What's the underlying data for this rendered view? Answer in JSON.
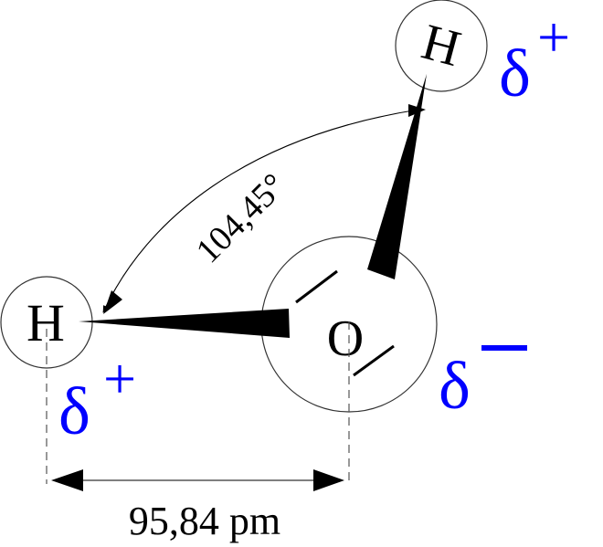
{
  "diagram": {
    "type": "molecule-structure",
    "colors": {
      "lines": "#000000",
      "charge": "#0000ff",
      "outline": "#333333",
      "dash": "#555555"
    },
    "atoms": [
      {
        "id": "h_top",
        "label": "H",
        "charge_symbol": "δ",
        "charge_sign": "+"
      },
      {
        "id": "h_left",
        "label": "H",
        "charge_symbol": "δ",
        "charge_sign": "+"
      },
      {
        "id": "o_center",
        "label": "O",
        "charge_symbol": "δ",
        "charge_sign": "−"
      }
    ],
    "bond_angle_label": "104,45°",
    "bond_length_label": "95,84 pm"
  }
}
